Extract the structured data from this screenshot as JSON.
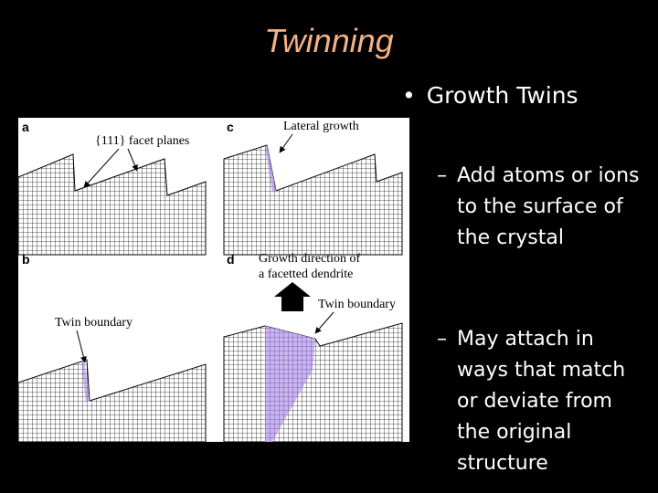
{
  "title": "Twinning",
  "title_color": "#f4b183",
  "bullet": {
    "glyph": "•",
    "text": "Growth Twins"
  },
  "sub_points": [
    {
      "dash": "–",
      "text": "Add atoms or ions to the surface of the crystal"
    },
    {
      "dash": "–",
      "text": "May attach in ways that match or deviate from the original structure"
    }
  ],
  "figure": {
    "panel_labels": [
      "a",
      "b",
      "c",
      "d"
    ],
    "annotations": {
      "facet_planes": "{111} facet planes",
      "lateral_growth": "Lateral growth",
      "twin_boundary_b": "Twin boundary",
      "growth_direction_1": "Growth direction of",
      "growth_direction_2": "a facetted dendrite",
      "twin_boundary_d": "Twin boundary"
    },
    "twin_color": "#b8a0e0"
  }
}
